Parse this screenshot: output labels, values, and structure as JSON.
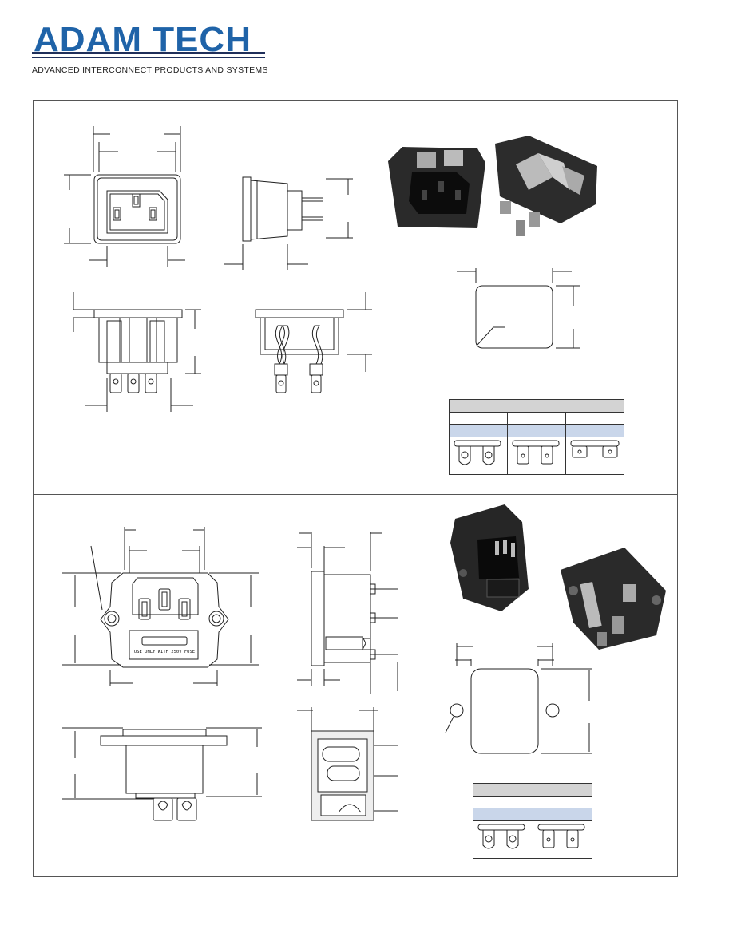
{
  "header": {
    "brand": "ADAM TECH",
    "tagline": "ADVANCED INTERCONNECT PRODUCTS AND SYSTEMS"
  },
  "bottom_panel": {
    "fuse_label": "USE ONLY WITH 250V FUSE"
  },
  "colors": {
    "brand_blue": "#1f63a8",
    "table_header_gray": "#d3d3d3",
    "table_highlight_blue": "#c9d6ea",
    "outline": "#222222"
  }
}
